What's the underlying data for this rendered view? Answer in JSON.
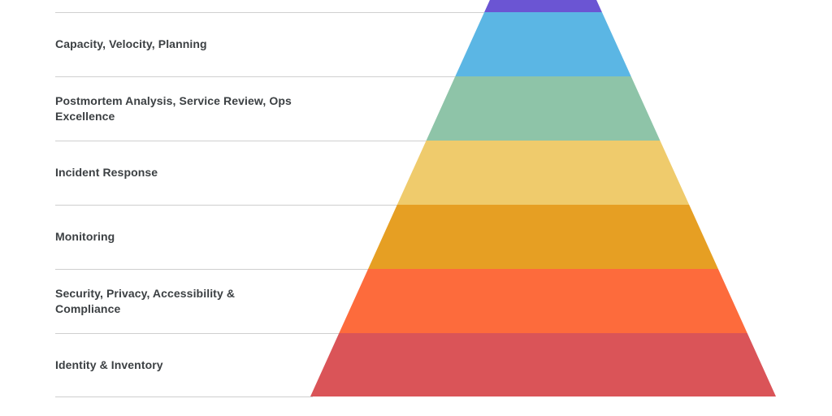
{
  "diagram": {
    "type": "pyramid",
    "background": "#FFFFFF",
    "separator_color": "#CFCFCF",
    "label_color": "#3C4043",
    "layers": [
      {
        "id": "apex",
        "color": "#6B55D3",
        "label_lines": []
      },
      {
        "id": "capacity",
        "color": "#5BB6E4",
        "label_lines": [
          "Capacity, Velocity, Planning"
        ]
      },
      {
        "id": "postmortem",
        "color": "#8EC4A8",
        "label_lines": [
          "Postmortem Analysis, Service Review, Ops",
          "Excellence"
        ]
      },
      {
        "id": "incident",
        "color": "#EFCB6C",
        "label_lines": [
          "Incident Response"
        ]
      },
      {
        "id": "monitoring",
        "color": "#E69F23",
        "label_lines": [
          "Monitoring"
        ]
      },
      {
        "id": "security",
        "color": "#FD6B3C",
        "label_lines": [
          "Security, Privacy, Accessibility &",
          "Compliance"
        ]
      },
      {
        "id": "identity",
        "color": "#DA5458",
        "label_lines": [
          "Identity & Inventory"
        ]
      }
    ]
  }
}
